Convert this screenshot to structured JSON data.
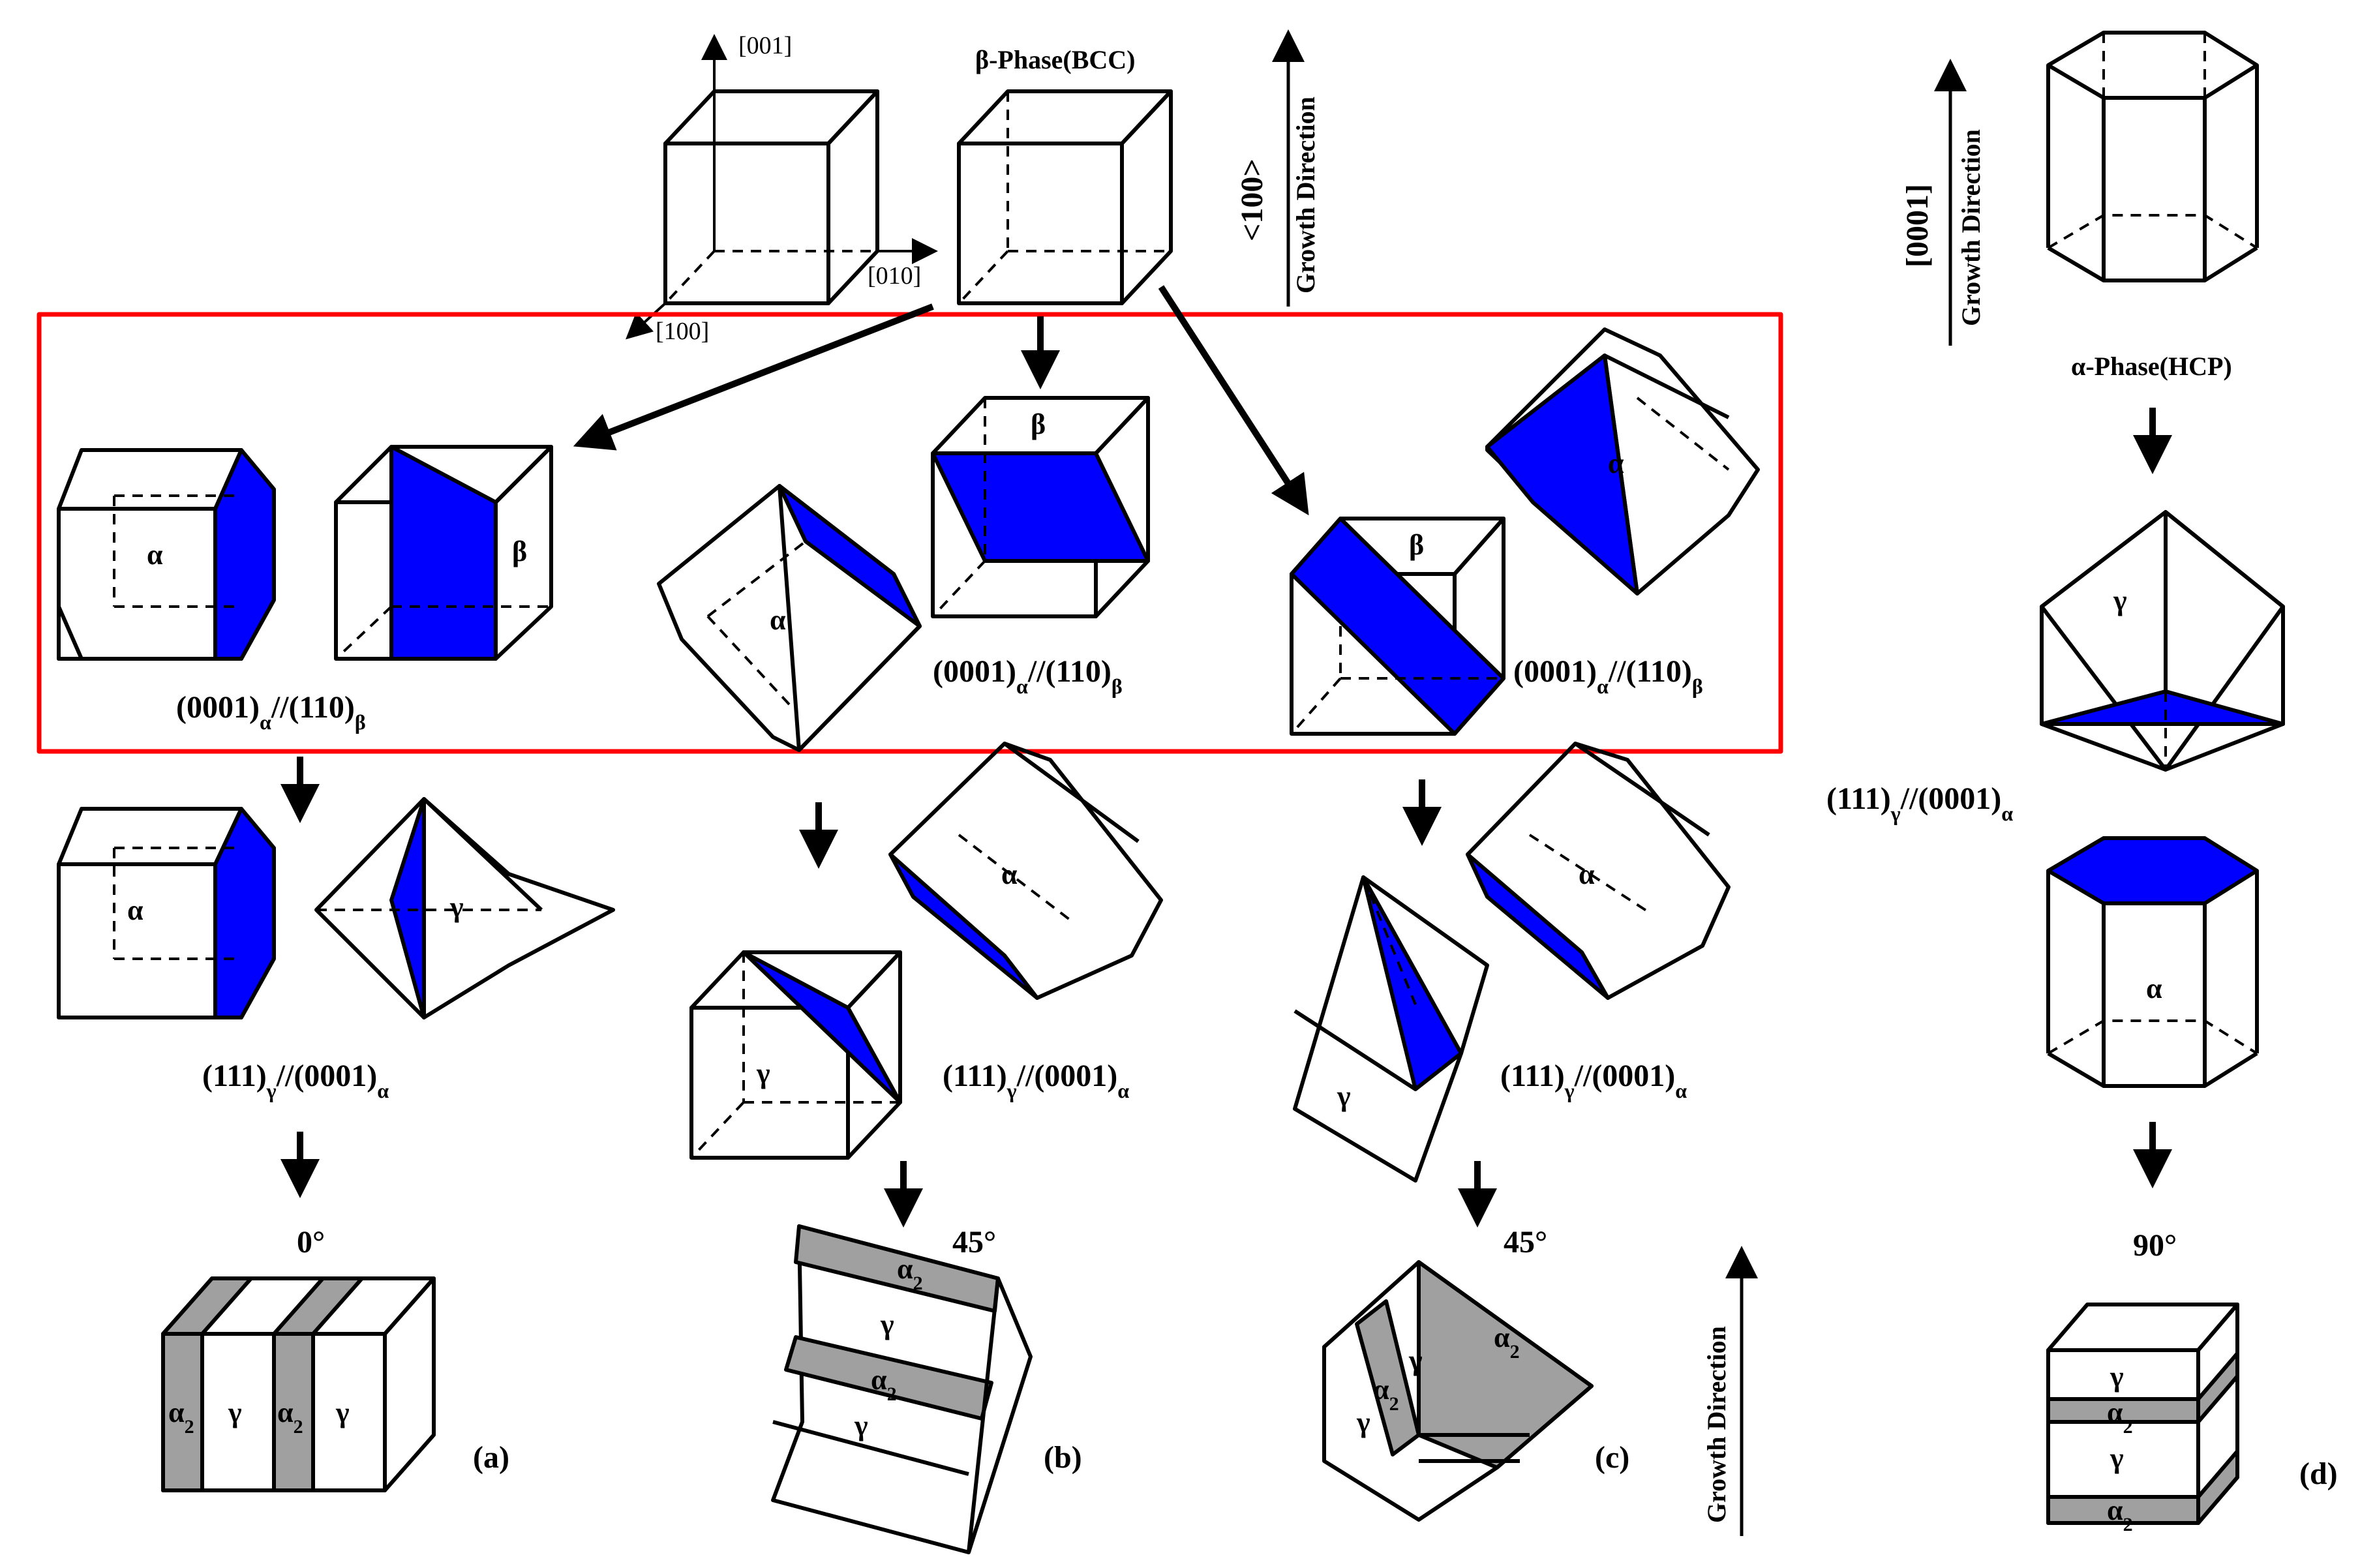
{
  "colors": {
    "plane": "#0000ff",
    "alpha2_band": "#a0a0a0",
    "highlight_box": "#ff0000",
    "stroke": "#000000"
  },
  "axes": {
    "z": "[001]",
    "y": "[010]",
    "x": "[100]"
  },
  "top": {
    "beta_title": "β-Phase(BCC)",
    "growth_dir_100": "<100>",
    "growth_dir_label": "Growth Direction"
  },
  "hcp": {
    "title": "α-Phase(HCP)",
    "growth_dir_0001": "[0001]",
    "growth_dir_label": "Growth Direction"
  },
  "greek": {
    "alpha": "α",
    "beta": "β",
    "gamma": "γ",
    "alpha2": "α",
    "alpha2_sub": "2"
  },
  "relations": {
    "ab_main": "(0001)",
    "ab_sub1": "α",
    "ab_mid": "//(110)",
    "ab_sub2": "β",
    "ga_main": "(111)",
    "ga_sub1": "γ",
    "ga_mid": "//(0001)",
    "ga_sub2": "α"
  },
  "angles": {
    "a": "0°",
    "b": "45°",
    "c": "45°",
    "d": "90°"
  },
  "panels": {
    "a": "(a)",
    "b": "(b)",
    "c": "(c)",
    "d": "(d)"
  },
  "bottom": {
    "growth_dir_label": "Growth Direction"
  }
}
